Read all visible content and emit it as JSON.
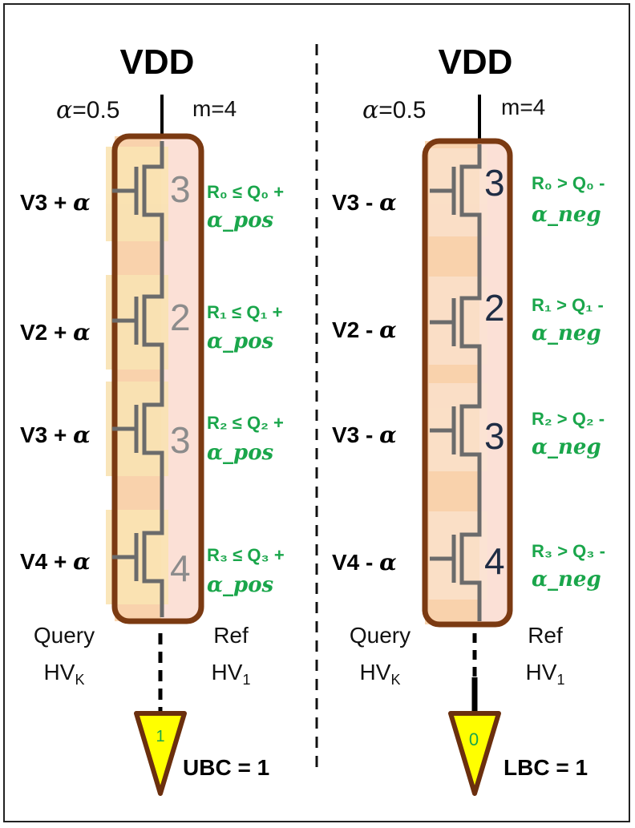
{
  "left": {
    "vdd": "VDD",
    "alpha_prefix": "α",
    "alpha_value": "=0.5",
    "m_label": "m=4",
    "gates": [
      {
        "volt": "V3",
        "sign": "+",
        "alpha": "α",
        "num": "3",
        "cond_r": "R₀",
        "cond_op": "≤",
        "cond_q": "Q₀",
        "cond_tail": "+",
        "cond_param": "α_pos"
      },
      {
        "volt": "V2",
        "sign": "+",
        "alpha": "α",
        "num": "2",
        "cond_r": "R₁",
        "cond_op": "≤",
        "cond_q": "Q₁",
        "cond_tail": "+",
        "cond_param": "α_pos"
      },
      {
        "volt": "V3",
        "sign": "+",
        "alpha": "α",
        "num": "3",
        "cond_r": "R₂",
        "cond_op": "≤",
        "cond_q": "Q₂",
        "cond_tail": "+",
        "cond_param": "α_pos"
      },
      {
        "volt": "V4",
        "sign": "+",
        "alpha": "α",
        "num": "4",
        "cond_r": "R₃",
        "cond_op": "≤",
        "cond_q": "Q₃",
        "cond_tail": "+",
        "cond_param": "α_pos"
      }
    ],
    "query": "Query",
    "query_hv": "HV",
    "query_sub": "K",
    "ref": "Ref",
    "ref_hv": "HV",
    "ref_sub": "1",
    "output_bit": "1",
    "result": "UBC = 1"
  },
  "right": {
    "vdd": "VDD",
    "alpha_prefix": "α",
    "alpha_value": "=0.5",
    "m_label": "m=4",
    "gates": [
      {
        "volt": "V3",
        "sign": "-",
        "alpha": "α",
        "num": "3",
        "cond_r": "R₀",
        "cond_op": ">",
        "cond_q": "Q₀",
        "cond_tail": "-",
        "cond_param": "α_neg"
      },
      {
        "volt": "V2",
        "sign": "-",
        "alpha": "α",
        "num": "2",
        "cond_r": "R₁",
        "cond_op": ">",
        "cond_q": "Q₁",
        "cond_tail": "-",
        "cond_param": "α_neg"
      },
      {
        "volt": "V3",
        "sign": "-",
        "alpha": "α",
        "num": "3",
        "cond_r": "R₂",
        "cond_op": ">",
        "cond_q": "Q₂",
        "cond_tail": "-",
        "cond_param": "α_neg"
      },
      {
        "volt": "V4",
        "sign": "-",
        "alpha": "α",
        "num": "4",
        "cond_r": "R₃",
        "cond_op": ">",
        "cond_q": "Q₃",
        "cond_tail": "-",
        "cond_param": "α_neg"
      }
    ],
    "query": "Query",
    "query_hv": "HV",
    "query_sub": "K",
    "ref": "Ref",
    "ref_hv": "HV",
    "ref_sub": "1",
    "output_bit": "0",
    "result": "LBC = 1"
  },
  "colors": {
    "chain_border": "#7b3a12",
    "chain_fill_left": "#f9c9a8",
    "chain_fill_right": "#f9c9a8",
    "condition_green": "#1aa64b",
    "left_number_gray": "#8c8c8c",
    "right_number_navy": "#1f2d45",
    "output_yellow": "#ffff00"
  }
}
